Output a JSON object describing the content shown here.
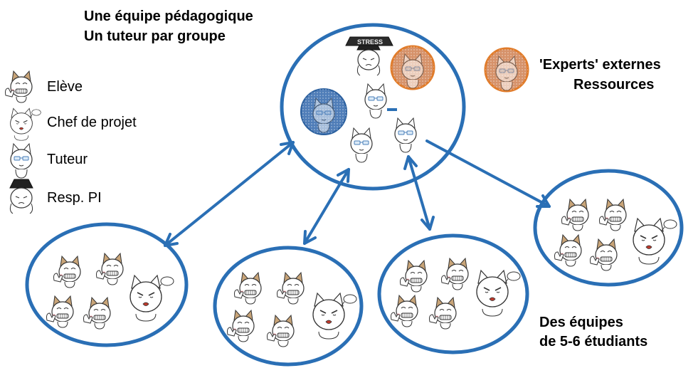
{
  "title": {
    "line1": "Une équipe pédagogique",
    "line2": "Un tuteur par groupe"
  },
  "experts": {
    "line1": "'Experts' externes",
    "line2": "Ressources"
  },
  "teams_caption": {
    "line1": "Des équipes",
    "line2": "de 5-6 étudiants"
  },
  "legend": [
    {
      "label": "Elève",
      "icon": "student-icon"
    },
    {
      "label": "Chef de projet",
      "icon": "project-lead-icon"
    },
    {
      "label": "Tuteur",
      "icon": "tutor-icon"
    },
    {
      "label": "Resp. PI",
      "icon": "pi-manager-icon"
    }
  ],
  "stress_weight_label": "STRESS",
  "colors": {
    "circle_stroke": "#2a6fb5",
    "arrow": "#2a6fb5",
    "expert_fill": "#d6926a",
    "expert_stroke": "#e07b2a",
    "manager_fill": "#4f7db8",
    "cat_ear": "#b08b60"
  }
}
